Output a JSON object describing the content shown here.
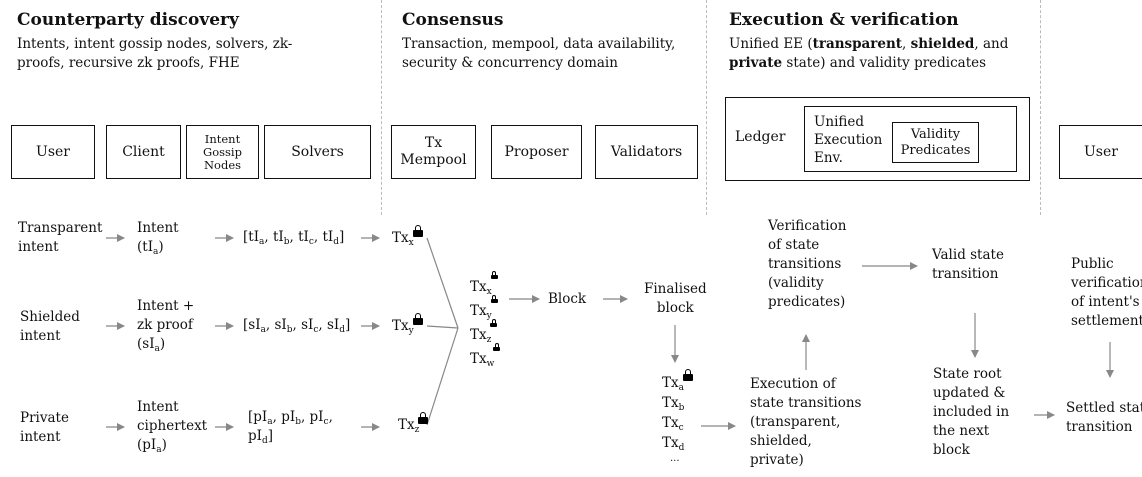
{
  "sections": {
    "counterparty": {
      "title": "Counterparty discovery",
      "desc_line1": "Intents, intent gossip nodes, solvers, zk-",
      "desc_line2": "proofs, recursive zk proofs, FHE"
    },
    "consensus": {
      "title": "Consensus",
      "desc_line1": "Transaction, mempool, data availability,",
      "desc_line2": "security & concurrency domain"
    },
    "execution": {
      "title": "Execution & verification",
      "desc_line1_a": "Unified EE (",
      "desc_line1_b": "transparent",
      "desc_line1_c": ", ",
      "desc_line1_d": "shielded",
      "desc_line1_e": ", and",
      "desc_line2_a": "private",
      "desc_line2_b": " state) and validity predicates"
    }
  },
  "boxes": {
    "user": "User",
    "client": "Client",
    "gossip_1": "Intent",
    "gossip_2": "Gossip",
    "gossip_3": "Nodes",
    "solvers": "Solvers",
    "mempool_1": "Tx",
    "mempool_2": "Mempool",
    "proposer": "Proposer",
    "validators": "Validators",
    "ledger": "Ledger",
    "exec_1": "Unified",
    "exec_2": "Execution",
    "exec_3": "Env.",
    "vp_1": "Validity",
    "vp_2": "Predicates",
    "user_right": "User"
  },
  "flow": {
    "transparent_1": "Transparent",
    "transparent_2": "intent",
    "shielded_1": "Shielded",
    "shielded_2": "intent",
    "private_1": "Private",
    "private_2": "intent",
    "intent_t_1": "Intent",
    "intent_s_1": "Intent +",
    "intent_s_2": "zk proof",
    "intent_p_1": "Intent",
    "intent_p_2": "ciphertext",
    "block": "Block",
    "finalised_1": "Finalised",
    "finalised_2": "block",
    "ellipsis": "...",
    "verif_1": "Verification",
    "verif_2": "of state",
    "verif_3": "transitions",
    "verif_4": "(validity",
    "verif_5": "predicates)",
    "valid_1": "Valid state",
    "valid_2": "transition",
    "exec_1": "Execution of",
    "exec_2": "state transitions",
    "exec_3": "(transparent,",
    "exec_4": "shielded,",
    "exec_5": "private)",
    "root_1": "State root",
    "root_2": "updated &",
    "root_3": "included in",
    "root_4": "the next",
    "root_5": "block",
    "public_1": "Public",
    "public_2": "verification",
    "public_3": "of intent's",
    "public_4": "settlement",
    "settled_1": "Settled state",
    "settled_2": "transition"
  }
}
